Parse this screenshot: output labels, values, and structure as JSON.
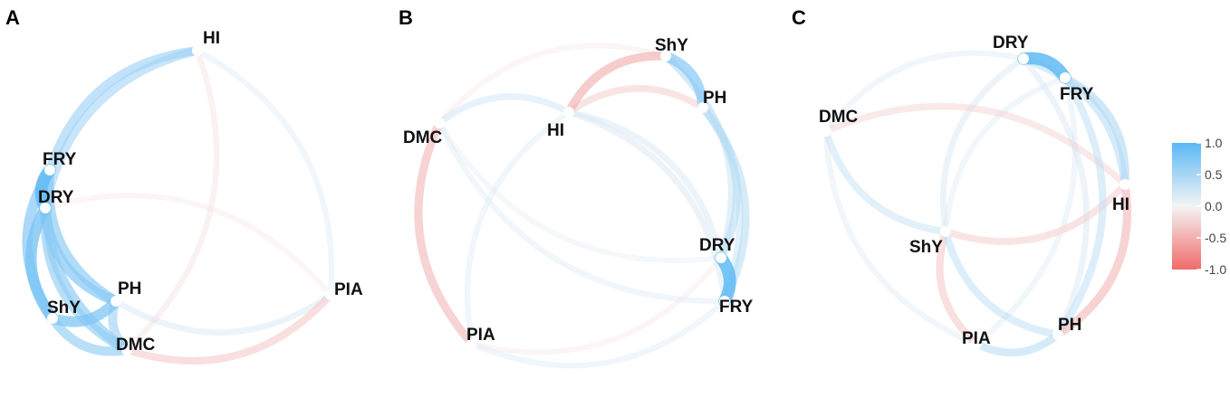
{
  "chart_data": [
    {
      "type": "network",
      "panel": "A",
      "nodes": [
        {
          "id": "HI",
          "label": "HI"
        },
        {
          "id": "FRY",
          "label": "FRY"
        },
        {
          "id": "DRY",
          "label": "DRY"
        },
        {
          "id": "ShY",
          "label": "ShY"
        },
        {
          "id": "PH",
          "label": "PH"
        },
        {
          "id": "DMC",
          "label": "DMC"
        },
        {
          "id": "PIA",
          "label": "PIA"
        }
      ],
      "edges": [
        {
          "source": "HI",
          "target": "FRY",
          "r": 0.55
        },
        {
          "source": "HI",
          "target": "DRY",
          "r": 0.5
        },
        {
          "source": "HI",
          "target": "PIA",
          "r": 0.15
        },
        {
          "source": "HI",
          "target": "DMC",
          "r": -0.15
        },
        {
          "source": "FRY",
          "target": "DRY",
          "r": 0.95
        },
        {
          "source": "FRY",
          "target": "ShY",
          "r": 0.7
        },
        {
          "source": "FRY",
          "target": "PH",
          "r": 0.65
        },
        {
          "source": "FRY",
          "target": "DMC",
          "r": 0.65
        },
        {
          "source": "DRY",
          "target": "ShY",
          "r": 0.8
        },
        {
          "source": "DRY",
          "target": "PH",
          "r": 0.7
        },
        {
          "source": "DRY",
          "target": "DMC",
          "r": 0.6
        },
        {
          "source": "ShY",
          "target": "PH",
          "r": 0.75
        },
        {
          "source": "ShY",
          "target": "DMC",
          "r": 0.6
        },
        {
          "source": "PH",
          "target": "DMC",
          "r": 0.55
        },
        {
          "source": "DMC",
          "target": "PIA",
          "r": -0.35
        },
        {
          "source": "PH",
          "target": "PIA",
          "r": 0.2
        },
        {
          "source": "DRY",
          "target": "PIA",
          "r": -0.1
        }
      ]
    },
    {
      "type": "network",
      "panel": "B",
      "nodes": [
        {
          "id": "ShY",
          "label": "ShY"
        },
        {
          "id": "PH",
          "label": "PH"
        },
        {
          "id": "HI",
          "label": "HI"
        },
        {
          "id": "DMC",
          "label": "DMC"
        },
        {
          "id": "DRY",
          "label": "DRY"
        },
        {
          "id": "FRY",
          "label": "FRY"
        },
        {
          "id": "PIA",
          "label": "PIA"
        }
      ],
      "edges": [
        {
          "source": "ShY",
          "target": "PH",
          "r": 0.7
        },
        {
          "source": "ShY",
          "target": "HI",
          "r": -0.5
        },
        {
          "source": "ShY",
          "target": "FRY",
          "r": 0.3
        },
        {
          "source": "ShY",
          "target": "DRY",
          "r": 0.3
        },
        {
          "source": "ShY",
          "target": "DMC",
          "r": -0.1
        },
        {
          "source": "PH",
          "target": "HI",
          "r": -0.3
        },
        {
          "source": "PH",
          "target": "DRY",
          "r": 0.4
        },
        {
          "source": "PH",
          "target": "FRY",
          "r": 0.4
        },
        {
          "source": "HI",
          "target": "DMC",
          "r": 0.25
        },
        {
          "source": "HI",
          "target": "DRY",
          "r": 0.2
        },
        {
          "source": "HI",
          "target": "FRY",
          "r": 0.2
        },
        {
          "source": "HI",
          "target": "PIA",
          "r": 0.15
        },
        {
          "source": "DMC",
          "target": "PIA",
          "r": -0.45
        },
        {
          "source": "DMC",
          "target": "FRY",
          "r": 0.15
        },
        {
          "source": "DMC",
          "target": "DRY",
          "r": 0.1
        },
        {
          "source": "DRY",
          "target": "FRY",
          "r": 0.95
        },
        {
          "source": "PIA",
          "target": "FRY",
          "r": 0.15
        },
        {
          "source": "PIA",
          "target": "DRY",
          "r": -0.1
        }
      ]
    },
    {
      "type": "network",
      "panel": "C",
      "nodes": [
        {
          "id": "DRY",
          "label": "DRY"
        },
        {
          "id": "FRY",
          "label": "FRY"
        },
        {
          "id": "DMC",
          "label": "DMC"
        },
        {
          "id": "HI",
          "label": "HI"
        },
        {
          "id": "ShY",
          "label": "ShY"
        },
        {
          "id": "PIA",
          "label": "PIA"
        },
        {
          "id": "PH",
          "label": "PH"
        }
      ],
      "edges": [
        {
          "source": "DRY",
          "target": "FRY",
          "r": 0.95
        },
        {
          "source": "DRY",
          "target": "HI",
          "r": 0.4
        },
        {
          "source": "DRY",
          "target": "ShY",
          "r": 0.2
        },
        {
          "source": "DRY",
          "target": "DMC",
          "r": 0.15
        },
        {
          "source": "DRY",
          "target": "PH",
          "r": 0.2
        },
        {
          "source": "FRY",
          "target": "HI",
          "r": 0.45
        },
        {
          "source": "FRY",
          "target": "PH",
          "r": 0.35
        },
        {
          "source": "FRY",
          "target": "ShY",
          "r": 0.15
        },
        {
          "source": "DMC",
          "target": "ShY",
          "r": 0.3
        },
        {
          "source": "DMC",
          "target": "HI",
          "r": -0.25
        },
        {
          "source": "DMC",
          "target": "PIA",
          "r": 0.15
        },
        {
          "source": "HI",
          "target": "ShY",
          "r": -0.3
        },
        {
          "source": "HI",
          "target": "PH",
          "r": -0.45
        },
        {
          "source": "ShY",
          "target": "PIA",
          "r": -0.35
        },
        {
          "source": "ShY",
          "target": "PH",
          "r": 0.35
        },
        {
          "source": "PIA",
          "target": "PH",
          "r": 0.4
        },
        {
          "source": "FRY",
          "target": "PIA",
          "r": 0.15
        }
      ]
    }
  ],
  "legend": {
    "position": "right",
    "ticks": [
      "1.0",
      "0.5",
      "0.0",
      "-0.5",
      "-1.0"
    ],
    "range": [
      -1,
      1
    ]
  },
  "colors": {
    "positive": "#5bb8f5",
    "neutral": "#f4f4f4",
    "negative": "#f06a6a"
  }
}
